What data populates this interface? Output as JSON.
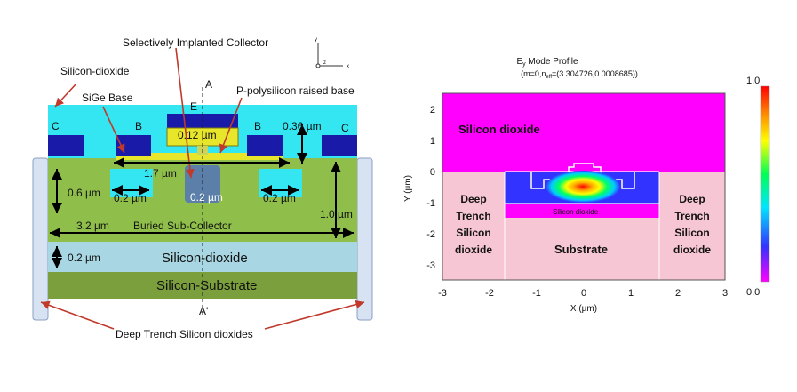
{
  "left_diagram": {
    "top_label": "Selectively Implanted Collector",
    "silicon_dioxide_label": "Silicon-dioxide",
    "sige_base_label": "SiGe Base",
    "p_poly_label": "P-polysilicon raised base",
    "axis_a_top": "A",
    "axis_a_bottom": "A'",
    "emitter_label": "E",
    "base_left": "B",
    "base_right": "B",
    "collector_left": "C",
    "collector_right": "C",
    "dim_012": "0.12 µm",
    "dim_036": "0.36 µm",
    "dim_17": "1.7 µm",
    "dim_06": "0.6 µm",
    "dim_02_left": "0.2 µm",
    "dim_02_center": "0.2 µm",
    "dim_02_right": "0.2 µm",
    "dim_10": "1.0 µm",
    "dim_32": "3.2 µm",
    "buried_label": "Buried Sub-Collector",
    "dim_02_oxide": "0.2 µm",
    "oxide_layer_label": "Silicon-dioxide",
    "substrate_layer_label": "Silicon-Substrate",
    "trench_label": "Deep Trench Silicon dioxides",
    "mini_axis_y": "y",
    "mini_axis_z": "z",
    "mini_axis_x": "x"
  },
  "right_plot": {
    "title_line1": "E",
    "title_line1_sub": "y",
    "title_line1_rest": " Mode Profile",
    "title_line2": "(m=0,n",
    "title_line2_sub": "eff",
    "title_line2_rest": "=(3.304726,0.0008685))",
    "ylabel": "Y (µm)",
    "xlabel": "X (µm)",
    "xticks": [
      "-3",
      "-2",
      "-1",
      "0",
      "1",
      "2",
      "3"
    ],
    "yticks": [
      "2",
      "1",
      "0",
      "-1",
      "-2",
      "-3"
    ],
    "region_top": "Silicon dioxide",
    "region_left": [
      "Deep",
      "Trench",
      "Silicon",
      "dioxide"
    ],
    "region_right": [
      "Deep",
      "Trench",
      "Silicon",
      "dioxide"
    ],
    "region_thin": "Silicon dioxide",
    "region_substrate": "Substrate",
    "colorbar_max": "1.0",
    "colorbar_min": "0.0"
  },
  "colors": {
    "oxide_cyan": "#33e6f2",
    "contact_blue": "#1a1aa8",
    "silicon_green": "#8fbf4a",
    "oxide_light": "#a8d6e2",
    "substrate_green": "#7a9f3c",
    "trench": "#d7e2f2",
    "magenta": "#ff00ff",
    "pink": "#f7c6d4"
  }
}
